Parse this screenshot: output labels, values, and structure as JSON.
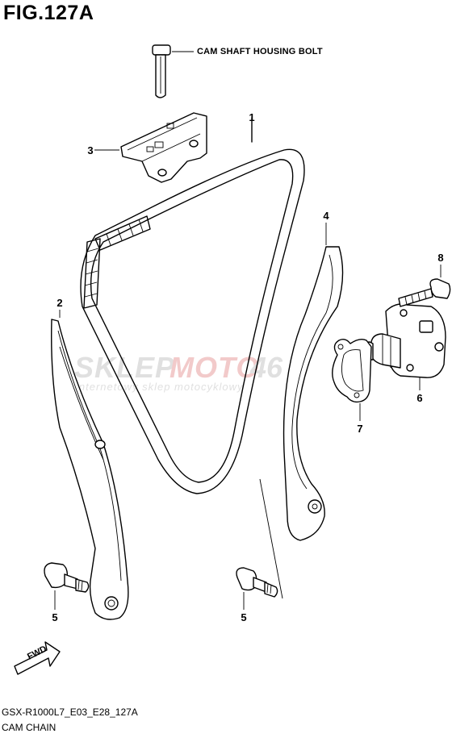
{
  "figure": {
    "title": "FIG.127A",
    "model_code": "GSX-R1000L7_E03_E28_127A",
    "section_name": "CAM CHAIN"
  },
  "callouts": [
    {
      "id": "cam-shaft-housing-bolt",
      "text": "CAM SHAFT HOUSING BOLT"
    },
    {
      "id": "1",
      "text": "1"
    },
    {
      "id": "2",
      "text": "2"
    },
    {
      "id": "3",
      "text": "3"
    },
    {
      "id": "4",
      "text": "4"
    },
    {
      "id": "5a",
      "text": "5"
    },
    {
      "id": "5b",
      "text": "5"
    },
    {
      "id": "6",
      "text": "6"
    },
    {
      "id": "7",
      "text": "7"
    },
    {
      "id": "8",
      "text": "8"
    }
  ],
  "fwd_arrow": {
    "text": "FWD"
  },
  "watermark": {
    "brand": "SKLEPMOTO46",
    "tagline": "internetowy sklep motocyklowy",
    "colors": {
      "primary": "#b8b8b8",
      "accent": "#e06a6a"
    }
  }
}
